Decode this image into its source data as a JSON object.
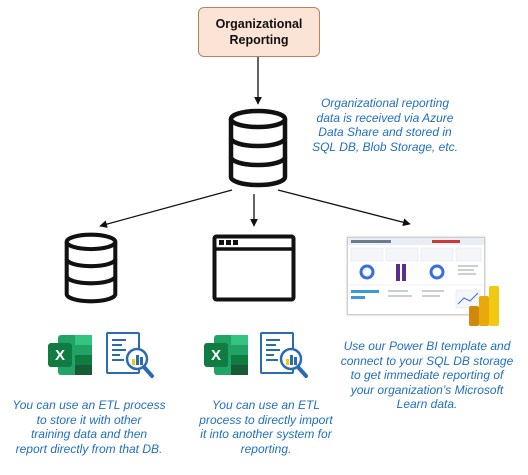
{
  "top_box": {
    "line1": "Organizational",
    "line2": "Reporting"
  },
  "captions": {
    "top": [
      "Organizational reporting",
      "data is received via Azure",
      "Data Share and stored in",
      "SQL DB, Blob Storage, etc."
    ],
    "left": [
      "You can use an ETL process",
      "to store it with other",
      "training data and then",
      "report directly from that DB."
    ],
    "middle": [
      "You can use an ETL",
      "process to directly import",
      "it into another system for",
      "reporting."
    ],
    "right": [
      "Use our Power BI template and",
      "connect to your SQL DB storage",
      "to get immediate reporting of",
      "your organization’s Microsoft",
      "Learn data."
    ]
  },
  "icons": [
    "database-icon",
    "excel-icon",
    "report-analysis-icon",
    "application-window-icon",
    "power-bi-icon"
  ],
  "colors": {
    "caption_text": "#1f6fc5",
    "box_fill": "#fbe3d6",
    "box_border": "#b8835c",
    "excel_green": "#107c41",
    "power_bi_yellow": "#f2c811",
    "report_blue": "#2b6cb0"
  }
}
